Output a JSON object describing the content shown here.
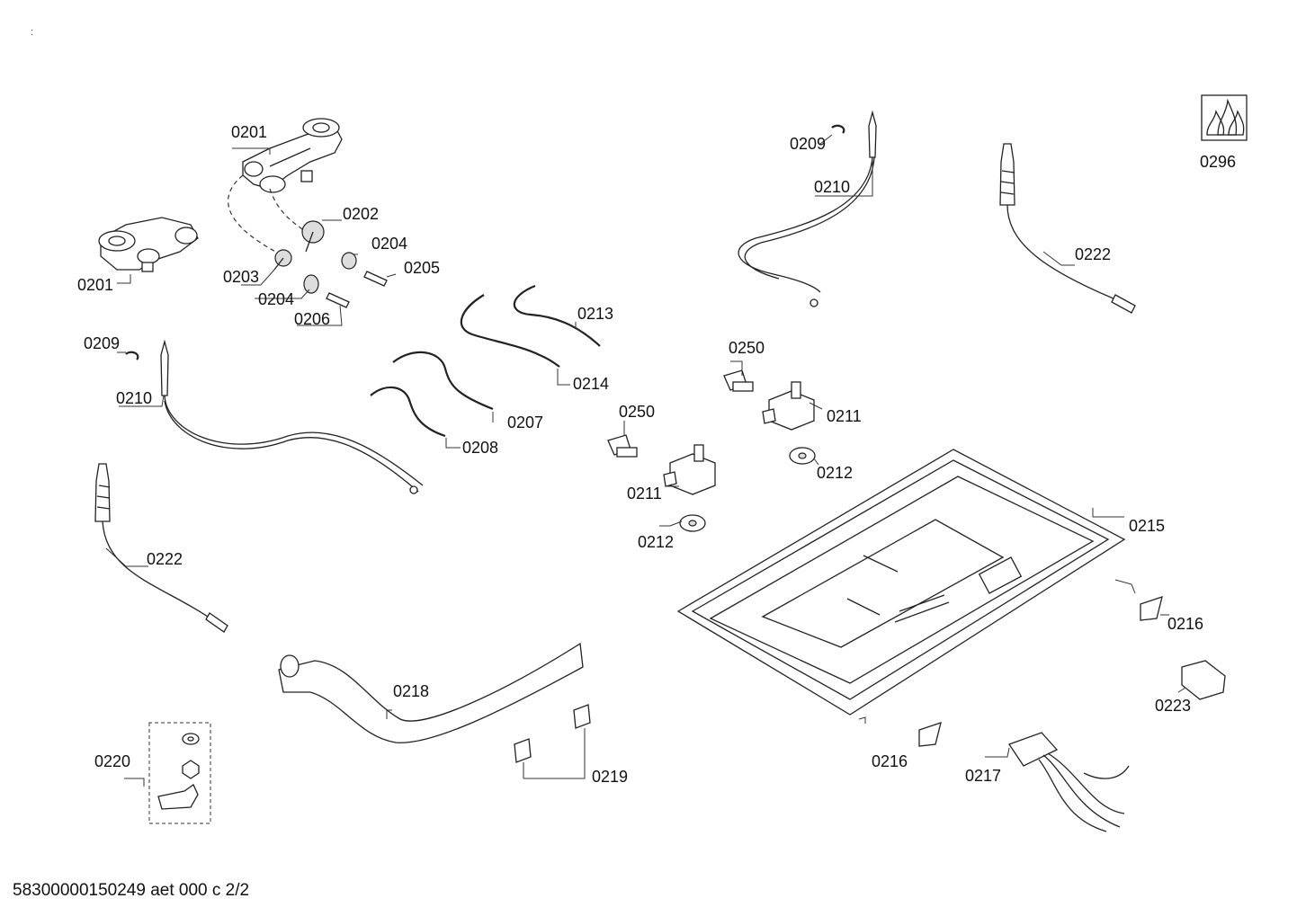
{
  "diagram": {
    "part_labels": {
      "p0201a": "0201",
      "p0201b": "0201",
      "p0202": "0202",
      "p0203": "0203",
      "p0204a": "0204",
      "p0204b": "0204",
      "p0205": "0205",
      "p0206": "0206",
      "p0207": "0207",
      "p0208": "0208",
      "p0209a": "0209",
      "p0209b": "0209",
      "p0210a": "0210",
      "p0210b": "0210",
      "p0211a": "0211",
      "p0211b": "0211",
      "p0212a": "0212",
      "p0212b": "0212",
      "p0213": "0213",
      "p0214": "0214",
      "p0215": "0215",
      "p0216a": "0216",
      "p0216b": "0216",
      "p0217": "0217",
      "p0218": "0218",
      "p0219": "0219",
      "p0220": "0220",
      "p0222a": "0222",
      "p0222b": "0222",
      "p0223": "0223",
      "p0250a": "0250",
      "p0250b": "0250",
      "p0296": "0296"
    },
    "corner_mark": ":",
    "footer_code": "58300000150249 aet 000 c 2/2"
  }
}
